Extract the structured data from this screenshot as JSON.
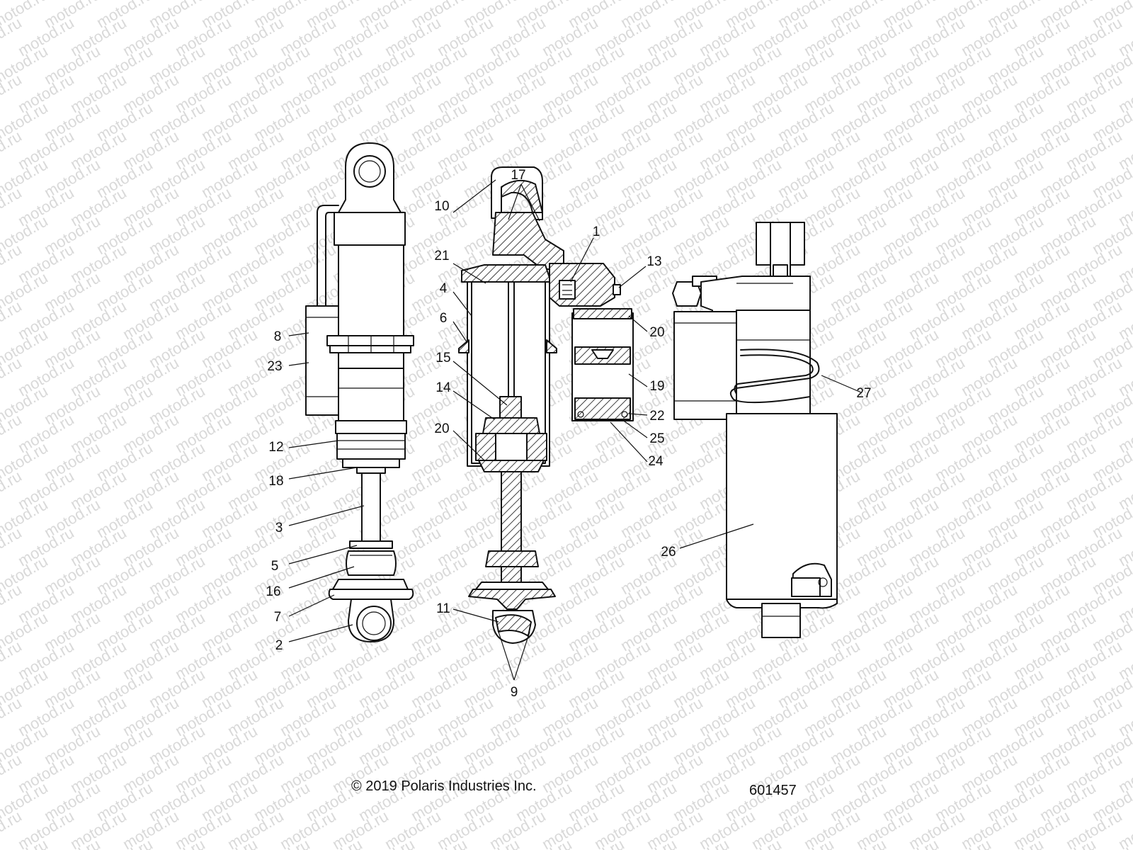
{
  "watermark": {
    "text": "motod.ru"
  },
  "diagram": {
    "callouts": [
      "1",
      "2",
      "3",
      "4",
      "5",
      "6",
      "7",
      "8",
      "9",
      "10",
      "11",
      "12",
      "13",
      "14",
      "15",
      "16",
      "17",
      "18",
      "19",
      "20",
      "20",
      "21",
      "22",
      "23",
      "24",
      "25",
      "26",
      "27"
    ],
    "copyright": "© 2019 Polaris Industries Inc.",
    "figure_number": "601457"
  },
  "colors": {
    "line": "#111111",
    "watermark": "#d9d9d9",
    "background": "#ffffff"
  }
}
